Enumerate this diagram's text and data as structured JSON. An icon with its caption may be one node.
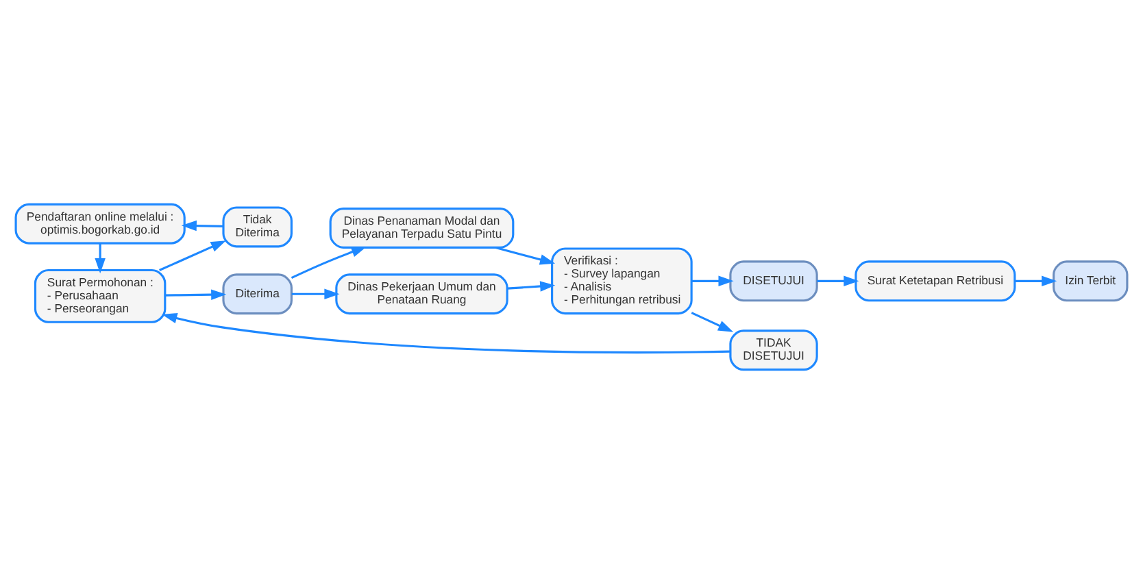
{
  "diagram": {
    "nodes": [
      {
        "text": [
          "Pendaftaran online melalui : optimis.bogorkab.go.id"
        ]
      },
      {
        "text": [
          "Surat Permohonan : - Perusahaan - Perseorangan"
        ]
      },
      {
        "text": [
          "Tidak Diterima"
        ]
      },
      {
        "text": [
          "Diterima"
        ]
      },
      {
        "text": [
          "Dinas Penanaman Modal dan Pelayanan Terpadu Satu Pintu"
        ]
      },
      {
        "text": [
          "Dinas Pekerjaan Umum dan Penataan Ruang"
        ]
      },
      {
        "text": [
          "Verifikasi : - Survey lapangan - Analisis - Perhitungan retribusi"
        ]
      },
      {
        "text": [
          "TIDAK DISETUJUI"
        ]
      },
      {
        "text": [
          "DISETUJUI"
        ]
      },
      {
        "text": [
          "Surat Ketetapan Retribusi"
        ]
      },
      {
        "text": [
          "Izin Terbit"
        ]
      }
    ],
    "edges": [
      {
        "from": 0,
        "to": 1,
        "arrow": "to"
      },
      {
        "from": 1,
        "to": 2,
        "arrow": "to"
      },
      {
        "from": 1,
        "to": 3,
        "arrow": "to"
      },
      {
        "from": 2,
        "to": 0,
        "arrow": "to"
      },
      {
        "from": 3,
        "to": 4,
        "arrow": "to"
      },
      {
        "from": 3,
        "to": 5,
        "arrow": "to"
      },
      {
        "from": 4,
        "to": 6,
        "arrow": "to"
      },
      {
        "from": 5,
        "to": 6,
        "arrow": "to"
      },
      {
        "from": 6,
        "to": 7,
        "arrow": "to"
      },
      {
        "from": 6,
        "to": 8,
        "arrow": "to"
      },
      {
        "from": 7,
        "to": 1,
        "arrow": "to"
      },
      {
        "from": 8,
        "to": 9,
        "arrow": "to"
      },
      {
        "from": 9,
        "to": 10,
        "arrow": "to"
      }
    ]
  }
}
